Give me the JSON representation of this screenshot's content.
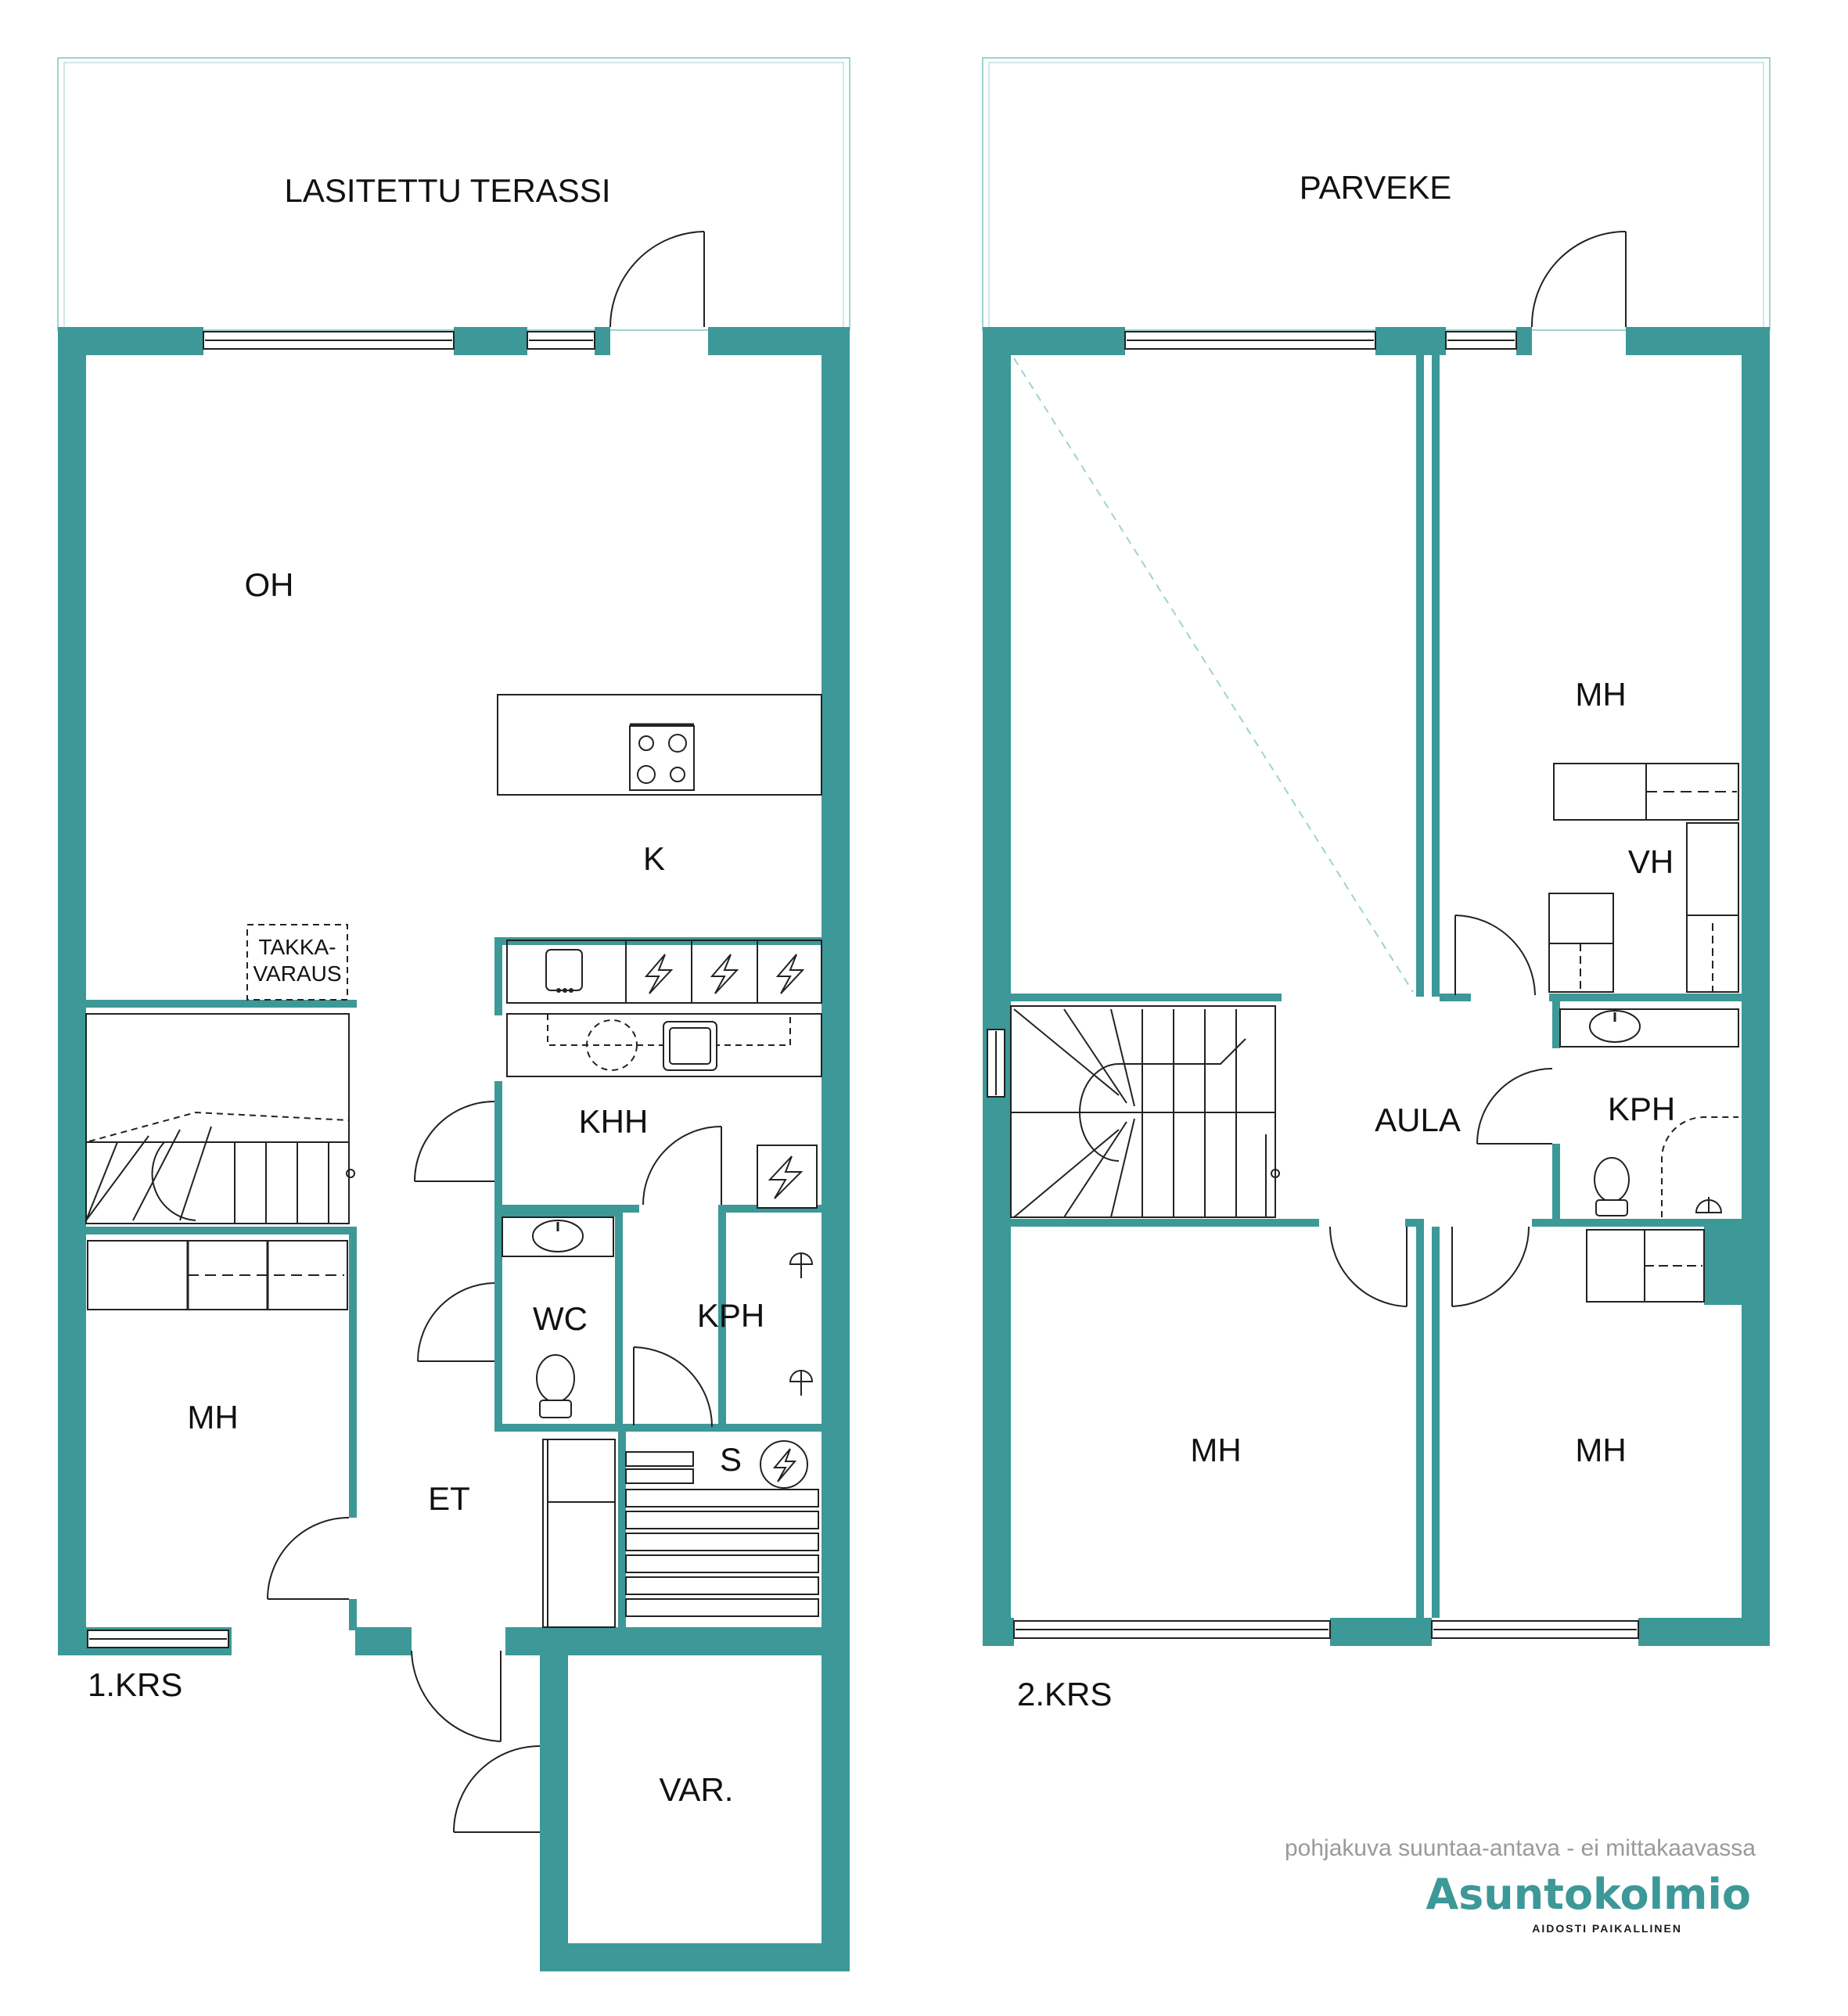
{
  "colors": {
    "wall": "#3d9898",
    "outline": "#9fd3d0",
    "logo_text": "#3d9898",
    "note_text": "#9a9a9a",
    "ink": "#111111"
  },
  "floor1": {
    "terrace_label": "LASITETTU TERASSI",
    "living_label": "OH",
    "kitchen_label": "K",
    "fireplace_label_line1": "TAKKA-",
    "fireplace_label_line2": "VARAUS",
    "utility_label": "KHH",
    "wc_label": "WC",
    "bath_label": "KPH",
    "sauna_label": "S",
    "bedroom_label": "MH",
    "hall_label": "ET",
    "storage_label": "VAR.",
    "floor_label": "1.KRS"
  },
  "floor2": {
    "balcony_label": "PARVEKE",
    "bedroom_top_label": "MH",
    "closet_label": "VH",
    "lobby_label": "AULA",
    "bath_label": "KPH",
    "bedroom_left_label": "MH",
    "bedroom_right_label": "MH",
    "floor_label": "2.KRS"
  },
  "footer": {
    "note": "pohjakuva suuntaa-antava - ei mittakaavassa",
    "brand": "Asuntokolmio",
    "tagline": "AIDOSTI PAIKALLINEN"
  },
  "icons": {
    "stove": "stove-icon",
    "sink": "sink-icon",
    "appliance": "electric-appliance-icon",
    "toilet": "toilet-icon",
    "shower": "shower-icon",
    "sauna_heater": "sauna-heater-icon",
    "stairs": "stairs-icon"
  }
}
